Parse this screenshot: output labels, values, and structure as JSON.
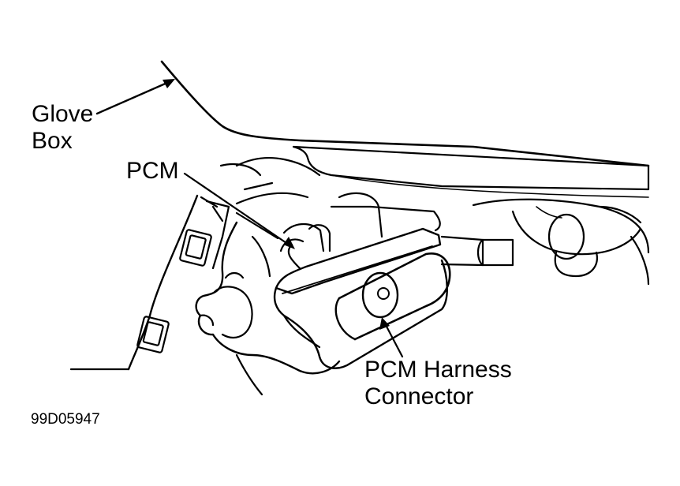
{
  "labels": {
    "glove_box_line1": "Glove",
    "glove_box_line2": "Box",
    "pcm": "PCM",
    "harness_line1": "PCM Harness",
    "harness_line2": "Connector"
  },
  "figure_code": "99D05947",
  "colors": {
    "ink": "#000000",
    "paper": "#ffffff"
  }
}
